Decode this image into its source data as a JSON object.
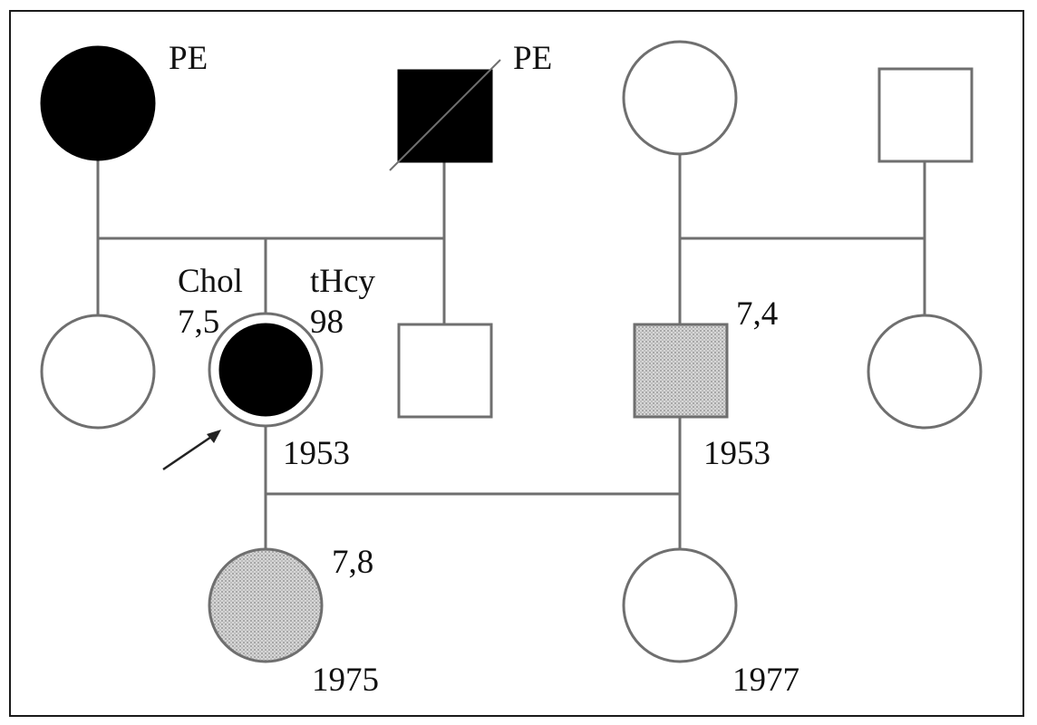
{
  "labels": {
    "gen1_female_left_note": "PE",
    "gen1_male_left_note": "PE",
    "proband_chol_label": "Chol",
    "proband_chol_value": "7,5",
    "proband_thcy_label": "tHcy",
    "proband_thcy_value": "98",
    "proband_year": "1953",
    "gen2_male_value": "7,4",
    "gen2_male_year": "1953",
    "gen3_daughter_value": "7,8",
    "gen3_daughter_year": "1975",
    "gen3_right_year": "1977"
  },
  "legend_colors": {
    "affected": "#000000",
    "partially_affected": "#c8c8c8",
    "unaffected": "#ffffff",
    "line": "#6f6f6f"
  }
}
